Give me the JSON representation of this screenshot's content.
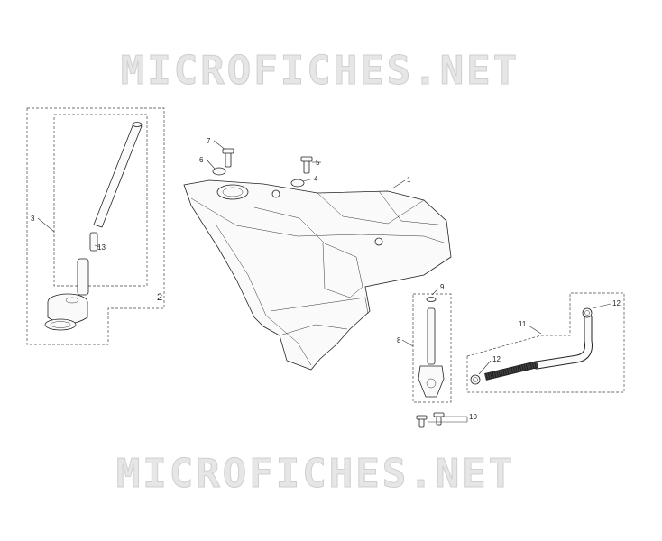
{
  "watermark": {
    "top": "MICROFICHES.NET",
    "bottom": "MICROFICHES.NET"
  },
  "callouts": {
    "c1": "1",
    "c2": "2",
    "c3": "3",
    "c4": "4",
    "c5": "5",
    "c6": "6",
    "c7": "7",
    "c8": "8",
    "c9": "9",
    "c10": "10",
    "c11": "11",
    "c12a": "12",
    "c12b": "12",
    "c13": "13"
  },
  "colors": {
    "line": "#222222",
    "watermark": "#e6e6e6",
    "background": "#ffffff"
  }
}
